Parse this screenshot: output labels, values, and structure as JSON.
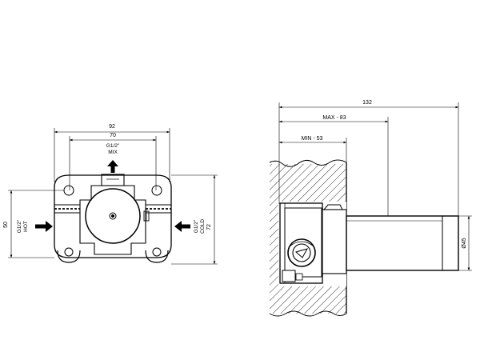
{
  "front_view": {
    "dims": {
      "width_outer": "92",
      "width_inner": "70",
      "height_inner": "50",
      "height_outer": "72"
    },
    "labels": {
      "mix_size": "G1/2\"",
      "mix": "MIX",
      "hot_size": "G1/2\"",
      "hot": "HOT",
      "cold_size": "G1/2\"",
      "cold": "COLD"
    }
  },
  "side_view": {
    "dims": {
      "overall": "132",
      "max": "MAX - 83",
      "min": "MIN - 53",
      "diameter": "Ø45"
    }
  }
}
